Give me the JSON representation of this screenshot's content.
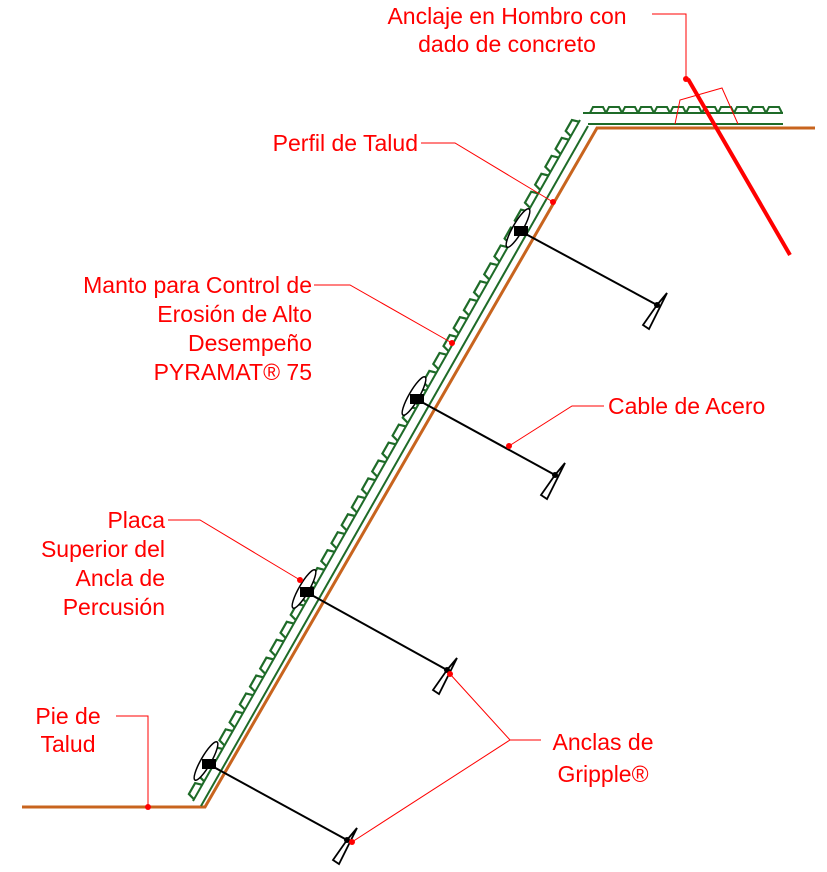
{
  "labels": {
    "shoulder_anchor": [
      "Anclaje en Hombro con",
      "dado de concreto"
    ],
    "slope_profile": "Perfil de Talud",
    "erosion_blanket": [
      "Manto para Control de",
      "Erosión de Alto",
      "Desempeño",
      "PYRAMAT® 75"
    ],
    "steel_cable": "Cable de Acero",
    "top_plate": [
      "Placa",
      "Superior del",
      "Ancla de",
      "Percusión"
    ],
    "slope_toe": [
      "Pie de",
      "Talud"
    ],
    "gripple_anchors": [
      "Anclas de",
      "Gripple®"
    ]
  },
  "colors": {
    "annotation": "#ff0000",
    "ground": "#c8641e",
    "blanket": "#1e6b28",
    "hardware": "#000000"
  }
}
